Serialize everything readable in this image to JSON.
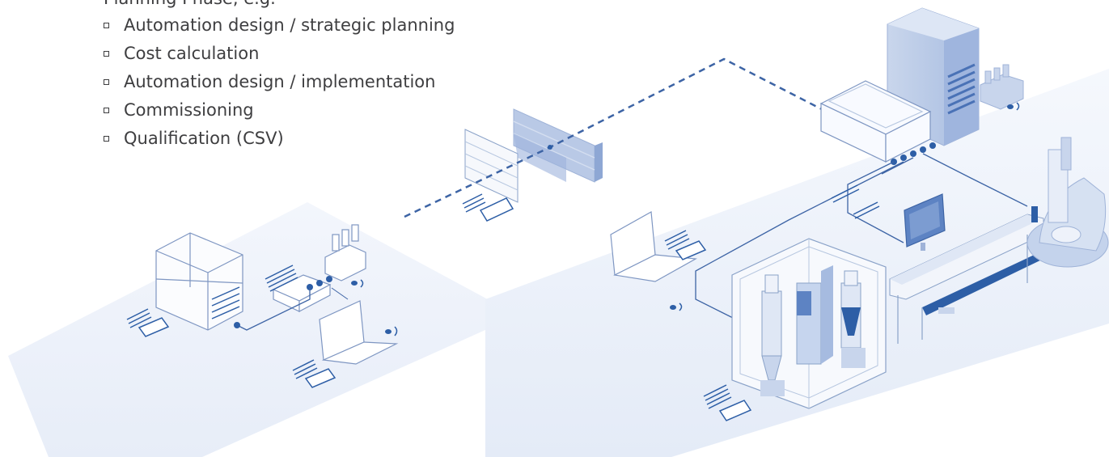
{
  "header_fragment": "Planning Phase, e.g.",
  "bullets": [
    "Automation design / strategic planning",
    "Cost calculation",
    "Automation design / implementation",
    "Commissioning",
    "Qualification (CSV)"
  ],
  "colors": {
    "text": "#3e3e40",
    "line": "#5b7fb5",
    "accent": "#2d5ea6",
    "floor": "#eef2fa"
  }
}
